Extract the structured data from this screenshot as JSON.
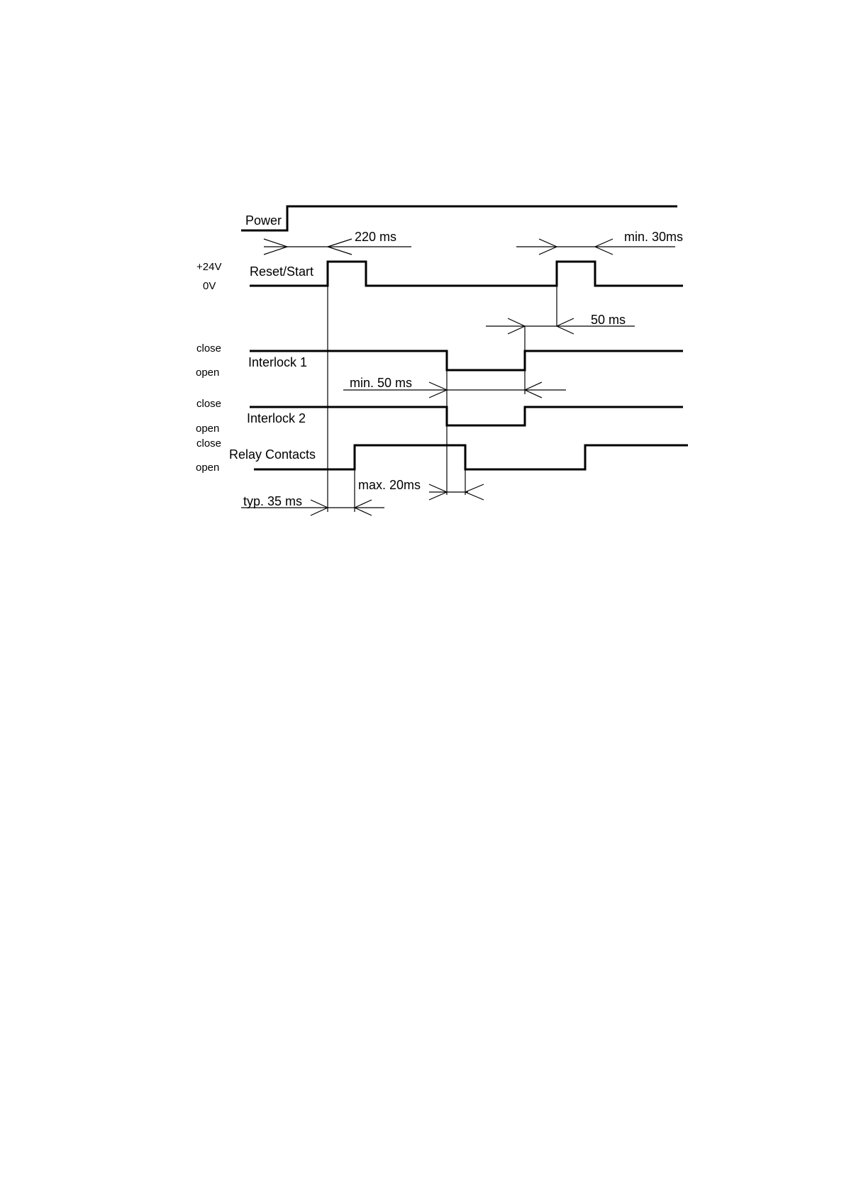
{
  "signals": {
    "power": "Power",
    "reset_start": "Reset/Start",
    "interlock_1": "Interlock 1",
    "interlock_2": "Interlock 2",
    "relay_contacts": "Relay Contacts"
  },
  "levels": {
    "plus24v": "+24V",
    "zero_v": "0V",
    "i1_close": "close",
    "i1_open": "open",
    "i2_close": "close",
    "i2_open": "open",
    "relay_close": "close",
    "relay_open": "open"
  },
  "timings": {
    "t_220": "220 ms",
    "t_min30": "min. 30ms",
    "t_50": "50 ms",
    "t_min50": "min. 50 ms",
    "t_max20": "max. 20ms",
    "t_typ35": "typ. 35 ms"
  }
}
